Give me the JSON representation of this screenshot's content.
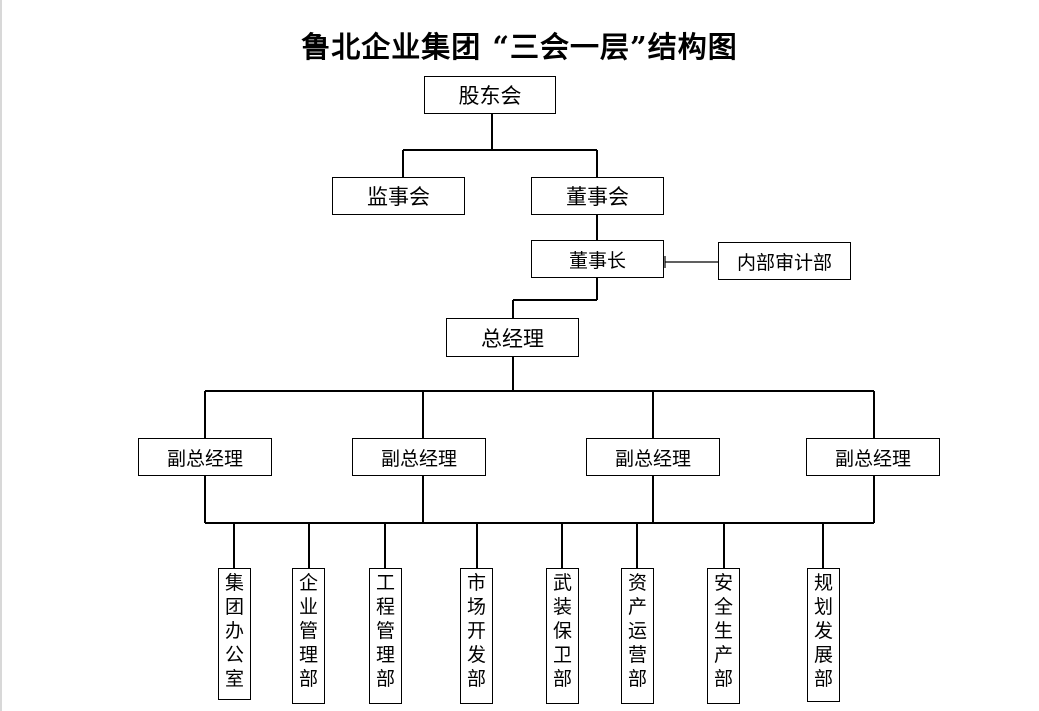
{
  "title": "鲁北企业集团 “三会一层”结构图",
  "nodes": {
    "shareholders": "股东会",
    "supervisors": "监事会",
    "board": "董事会",
    "chairman": "董事长",
    "audit": "内部审计部",
    "gm": "总经理",
    "vice_gms": [
      "副总经理",
      "副总经理",
      "副总经理",
      "副总经理"
    ]
  },
  "departments": [
    "集团办公室",
    "企业管理部",
    "工程管理部",
    "市场开发部",
    "武装保卫部",
    "资产运营部",
    "安全生产部",
    "规划发展部"
  ]
}
